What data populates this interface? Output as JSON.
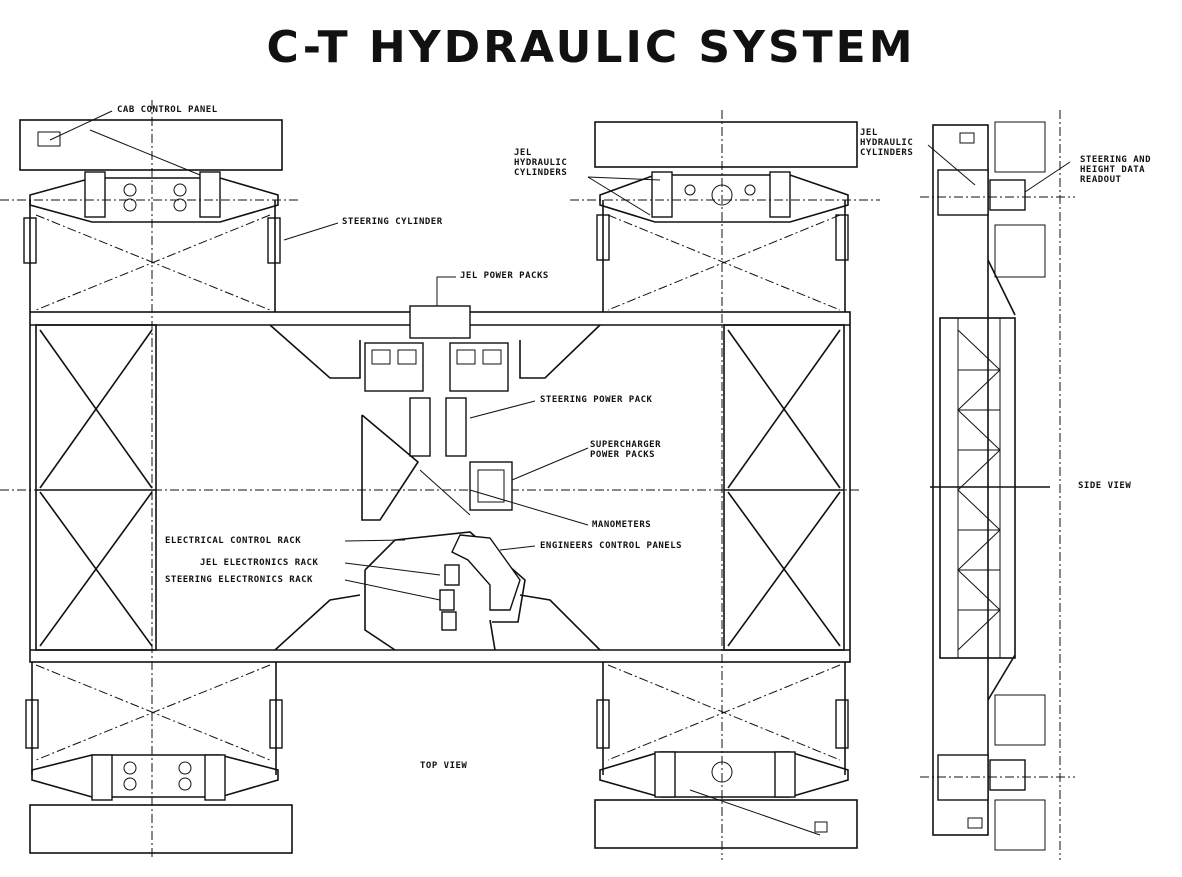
{
  "title": "C-T HYDRAULIC SYSTEM",
  "labels": {
    "cab_control_panel": "CAB CONTROL PANEL",
    "steering_cylinder": "STEERING CYLINDER",
    "jel_hydraulic_cylinders_center": "JEL\nHYDRAULIC\nCYLINDERS",
    "jel_power_packs": "JEL POWER PACKS",
    "jel_hydraulic_cylinders_side": "JEL\nHYDRAULIC\nCYLINDERS",
    "steering_height_readout": "STEERING AND\nHEIGHT DATA\nREADOUT",
    "steering_power_pack": "STEERING POWER PACK",
    "supercharger_power_packs": "SUPERCHARGER\nPOWER PACKS",
    "manometers": "MANOMETERS",
    "electrical_control_rack": "ELECTRICAL CONTROL RACK",
    "engineers_control_panels": "ENGINEERS CONTROL PANELS",
    "jel_electronics_rack": "JEL ELECTRONICS RACK",
    "steering_electronics_rack": "STEERING ELECTRONICS RACK",
    "side_view": "SIDE VIEW",
    "top_view": "TOP VIEW"
  }
}
